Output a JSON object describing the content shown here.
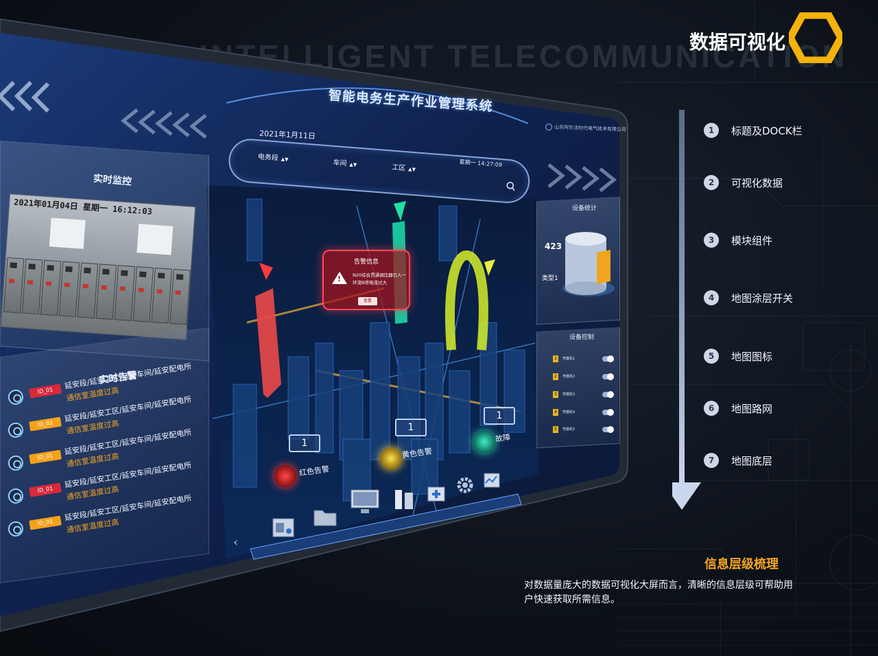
{
  "brand": {
    "title": "数据可视化",
    "watermark": "INTELLIGENT TELECOMMUNICATION",
    "accent": "#f5b20a"
  },
  "screen": {
    "app_title": "智能电务生产作业管理系统",
    "date": "2021年1月11日",
    "weekday_time": "星期一     14:27:09",
    "company": "山东阿尔法时代电气技术有限公司",
    "filters": [
      {
        "label": "电务段"
      },
      {
        "label": "车间"
      },
      {
        "label": "工区"
      }
    ],
    "monitor": {
      "title": "实时监控",
      "timestamp": "2021年01月04日 星期一 16:12:03"
    },
    "alarms": {
      "title": "实时告警",
      "items": [
        {
          "badge": "ID_01",
          "badge_color": "#d9293a",
          "path": "延安段/延安工区/延安车间/延安配电所",
          "msg": "通信室温度过高"
        },
        {
          "badge": "ID_01",
          "badge_color": "#f5a11a",
          "path": "延安段/延安工区/延安车间/延安配电所",
          "msg": "通信室温度过高"
        },
        {
          "badge": "ID_01",
          "badge_color": "#f5a11a",
          "path": "延安段/延安工区/延安车间/延安配电所",
          "msg": "通信室温度过高"
        },
        {
          "badge": "ID_01",
          "badge_color": "#d9293a",
          "path": "延安段/延安工区/延安车间/延安配电所",
          "msg": "通信室温度过高"
        },
        {
          "badge": "ID_01",
          "badge_color": "#f5a11a",
          "path": "延安段/延安工区/延安车间/延安配电所",
          "msg": "通信室温度过高"
        }
      ]
    },
    "popup": {
      "title": "告警信息",
      "text": "N20综合贯通调压器引入一环流B项电流过大",
      "button": "查看"
    },
    "stats": {
      "title": "设备统计",
      "value": "423",
      "type": "类型1"
    },
    "control": {
      "title": "设备控制",
      "rows": [
        {
          "num": "1",
          "label": "弯模机1"
        },
        {
          "num": "2",
          "label": "弯模机2"
        },
        {
          "num": "3",
          "label": "弯模机3"
        },
        {
          "num": "4",
          "label": "弯模机4"
        },
        {
          "num": "5",
          "label": "弯模机5"
        }
      ]
    },
    "map": {
      "red_label": "红色告警",
      "yellow_label": "黄色告警",
      "fault_label": "故障",
      "count_red": "1",
      "count_yellow": "1",
      "count_fault": "1"
    }
  },
  "info": {
    "items": [
      {
        "n": "1",
        "text": "标题及DOCK栏"
      },
      {
        "n": "2",
        "text": "可视化数据"
      },
      {
        "n": "3",
        "text": "模块组件"
      },
      {
        "n": "4",
        "text": "地图涂层开关"
      },
      {
        "n": "5",
        "text": "地图图标"
      },
      {
        "n": "6",
        "text": "地图路网"
      },
      {
        "n": "7",
        "text": "地图底层"
      }
    ],
    "heading": "信息层级梳理",
    "desc": "对数据量庞大的数据可视化大屏而言，清晰的信息层级可帮助用户快速获取所需信息。"
  }
}
